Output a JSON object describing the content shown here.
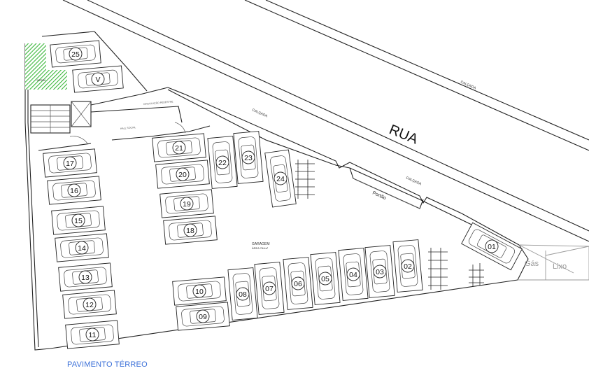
{
  "street": {
    "label": "RUA",
    "sidewalk_labels": [
      "CALÇADA",
      "CALÇADA",
      "CALÇADA"
    ]
  },
  "labels": {
    "gate": "Portão",
    "gas": "Gás",
    "trash": "Lixo",
    "garage": "GARAGEM",
    "garage_area": "ÁREA 764m²",
    "small_note_1": "CIRCULAÇÃO PEDESTRE",
    "small_note_2": "HALL SOCIAL",
    "green_note": "JARDIM"
  },
  "parking_spots": [
    "01",
    "02",
    "03",
    "04",
    "05",
    "06",
    "07",
    "08",
    "09",
    "10",
    "11",
    "12",
    "13",
    "14",
    "15",
    "16",
    "17",
    "18",
    "19",
    "20",
    "21",
    "22",
    "23",
    "24",
    "25",
    "V"
  ],
  "caption": "PAVIMENTO TÉRREO",
  "colors": {
    "lines": "#222222",
    "caption": "#3a6fd8",
    "garden": "#3bb83b"
  }
}
